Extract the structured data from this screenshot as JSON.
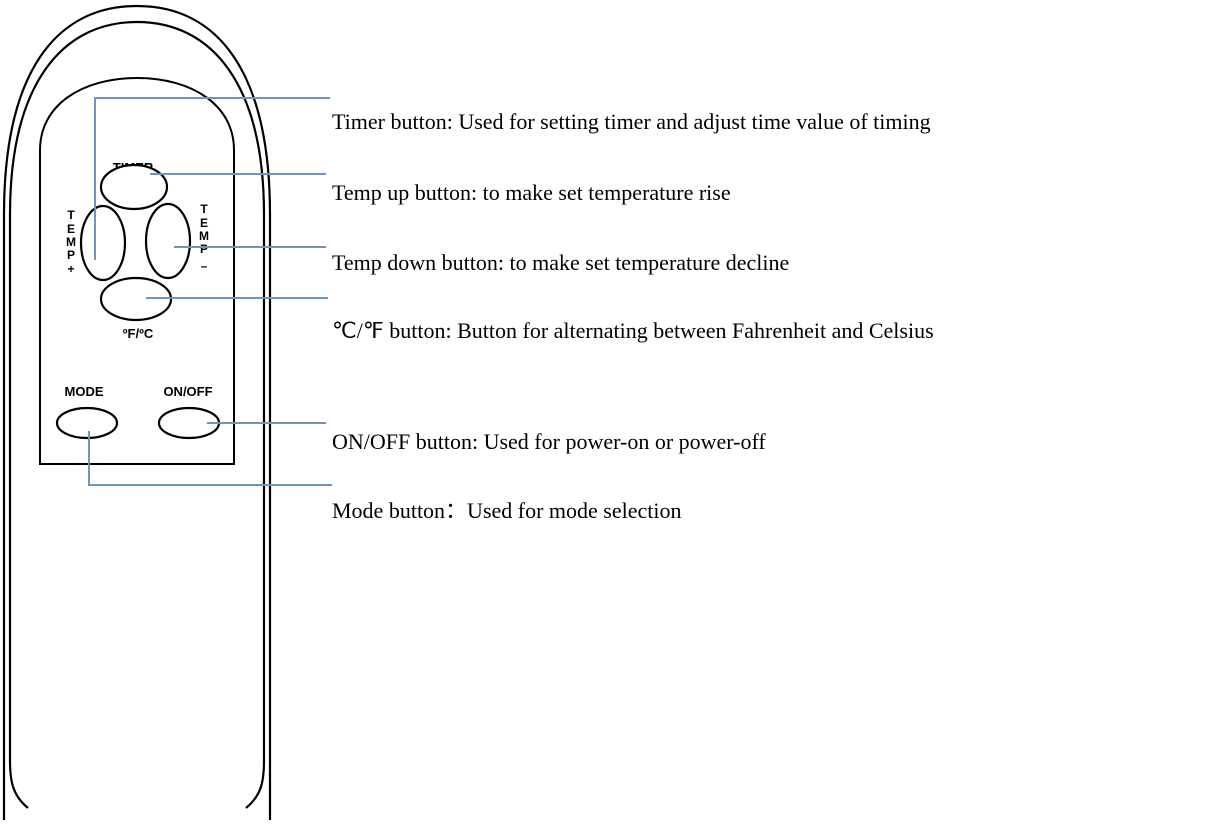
{
  "remote": {
    "timer_label": "TIMER",
    "temp_up_label": [
      "T",
      "E",
      "M",
      "P",
      "+"
    ],
    "temp_down_label": [
      "T",
      "E",
      "M",
      "P",
      "–"
    ],
    "unit_label": "ºF/ºC",
    "mode_label": "MODE",
    "onoff_label": "ON/OFF"
  },
  "callouts": {
    "timer": "Timer button: Used for setting timer and adjust time value of timing",
    "temp_up": "Temp up button: to make set temperature rise",
    "temp_down": "Temp down button: to make set temperature decline",
    "unit": "℃/℉ button: Button for alternating between Fahrenheit and Celsius",
    "onoff": "ON/OFF button: Used for power-on or power-off",
    "mode": "Mode button：Used for mode selection"
  },
  "colors": {
    "leader_line": "#6f95bd",
    "outline": "#000000"
  }
}
